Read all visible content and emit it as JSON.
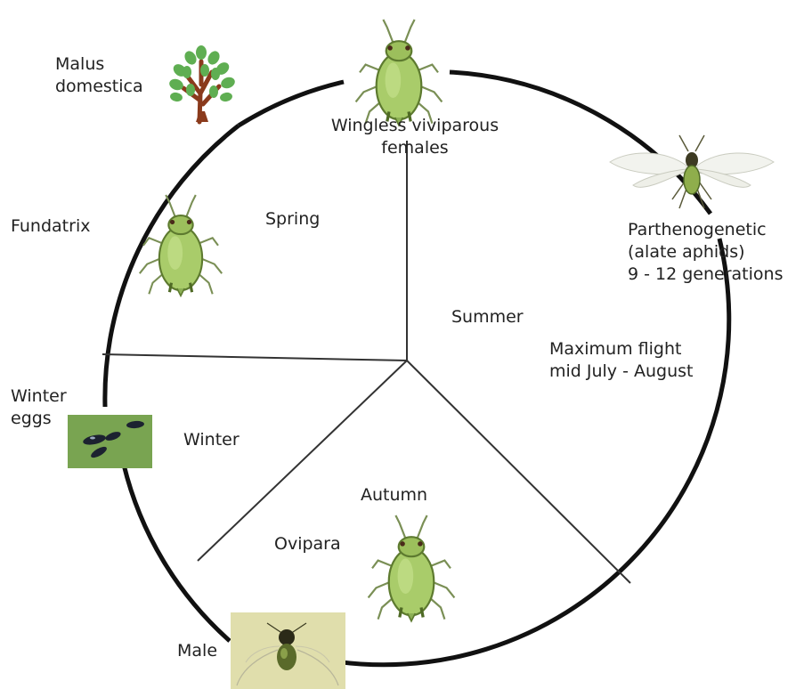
{
  "seasons": {
    "spring": "Spring",
    "summer": "Summer",
    "autumn": "Autumn",
    "winter": "Winter"
  },
  "host": {
    "line1": "Malus",
    "line2": "domestica"
  },
  "stages": {
    "wingless": {
      "line1": "Wingless viviparous",
      "line2": "females"
    },
    "parthenogenetic": {
      "line1": "Parthenogenetic",
      "line2": "(alate aphids)",
      "line3": "9 - 12 generations"
    },
    "flight": {
      "line1": "Maximum flight",
      "line2": "mid July - August"
    },
    "fundatrix": "Fundatrix",
    "winter_eggs": {
      "line1": "Winter",
      "line2": "eggs"
    },
    "ovipara": "Ovipara",
    "male": "Male"
  },
  "colors": {
    "circle": "#111111",
    "divider": "#333333",
    "aphid_body": "#a9cc6a",
    "aphid_outline": "#5d7a2f",
    "tree_trunk": "#8a3a1c",
    "tree_leaf": "#5fae52",
    "egg_photo_bg": "#6f9a4a",
    "male_photo_bg": "#d9d6a0"
  },
  "icons": [
    "apple-tree-icon",
    "wingless-aphid-icon",
    "winged-aphid-icon",
    "egg-photo",
    "male-aphid-photo"
  ]
}
